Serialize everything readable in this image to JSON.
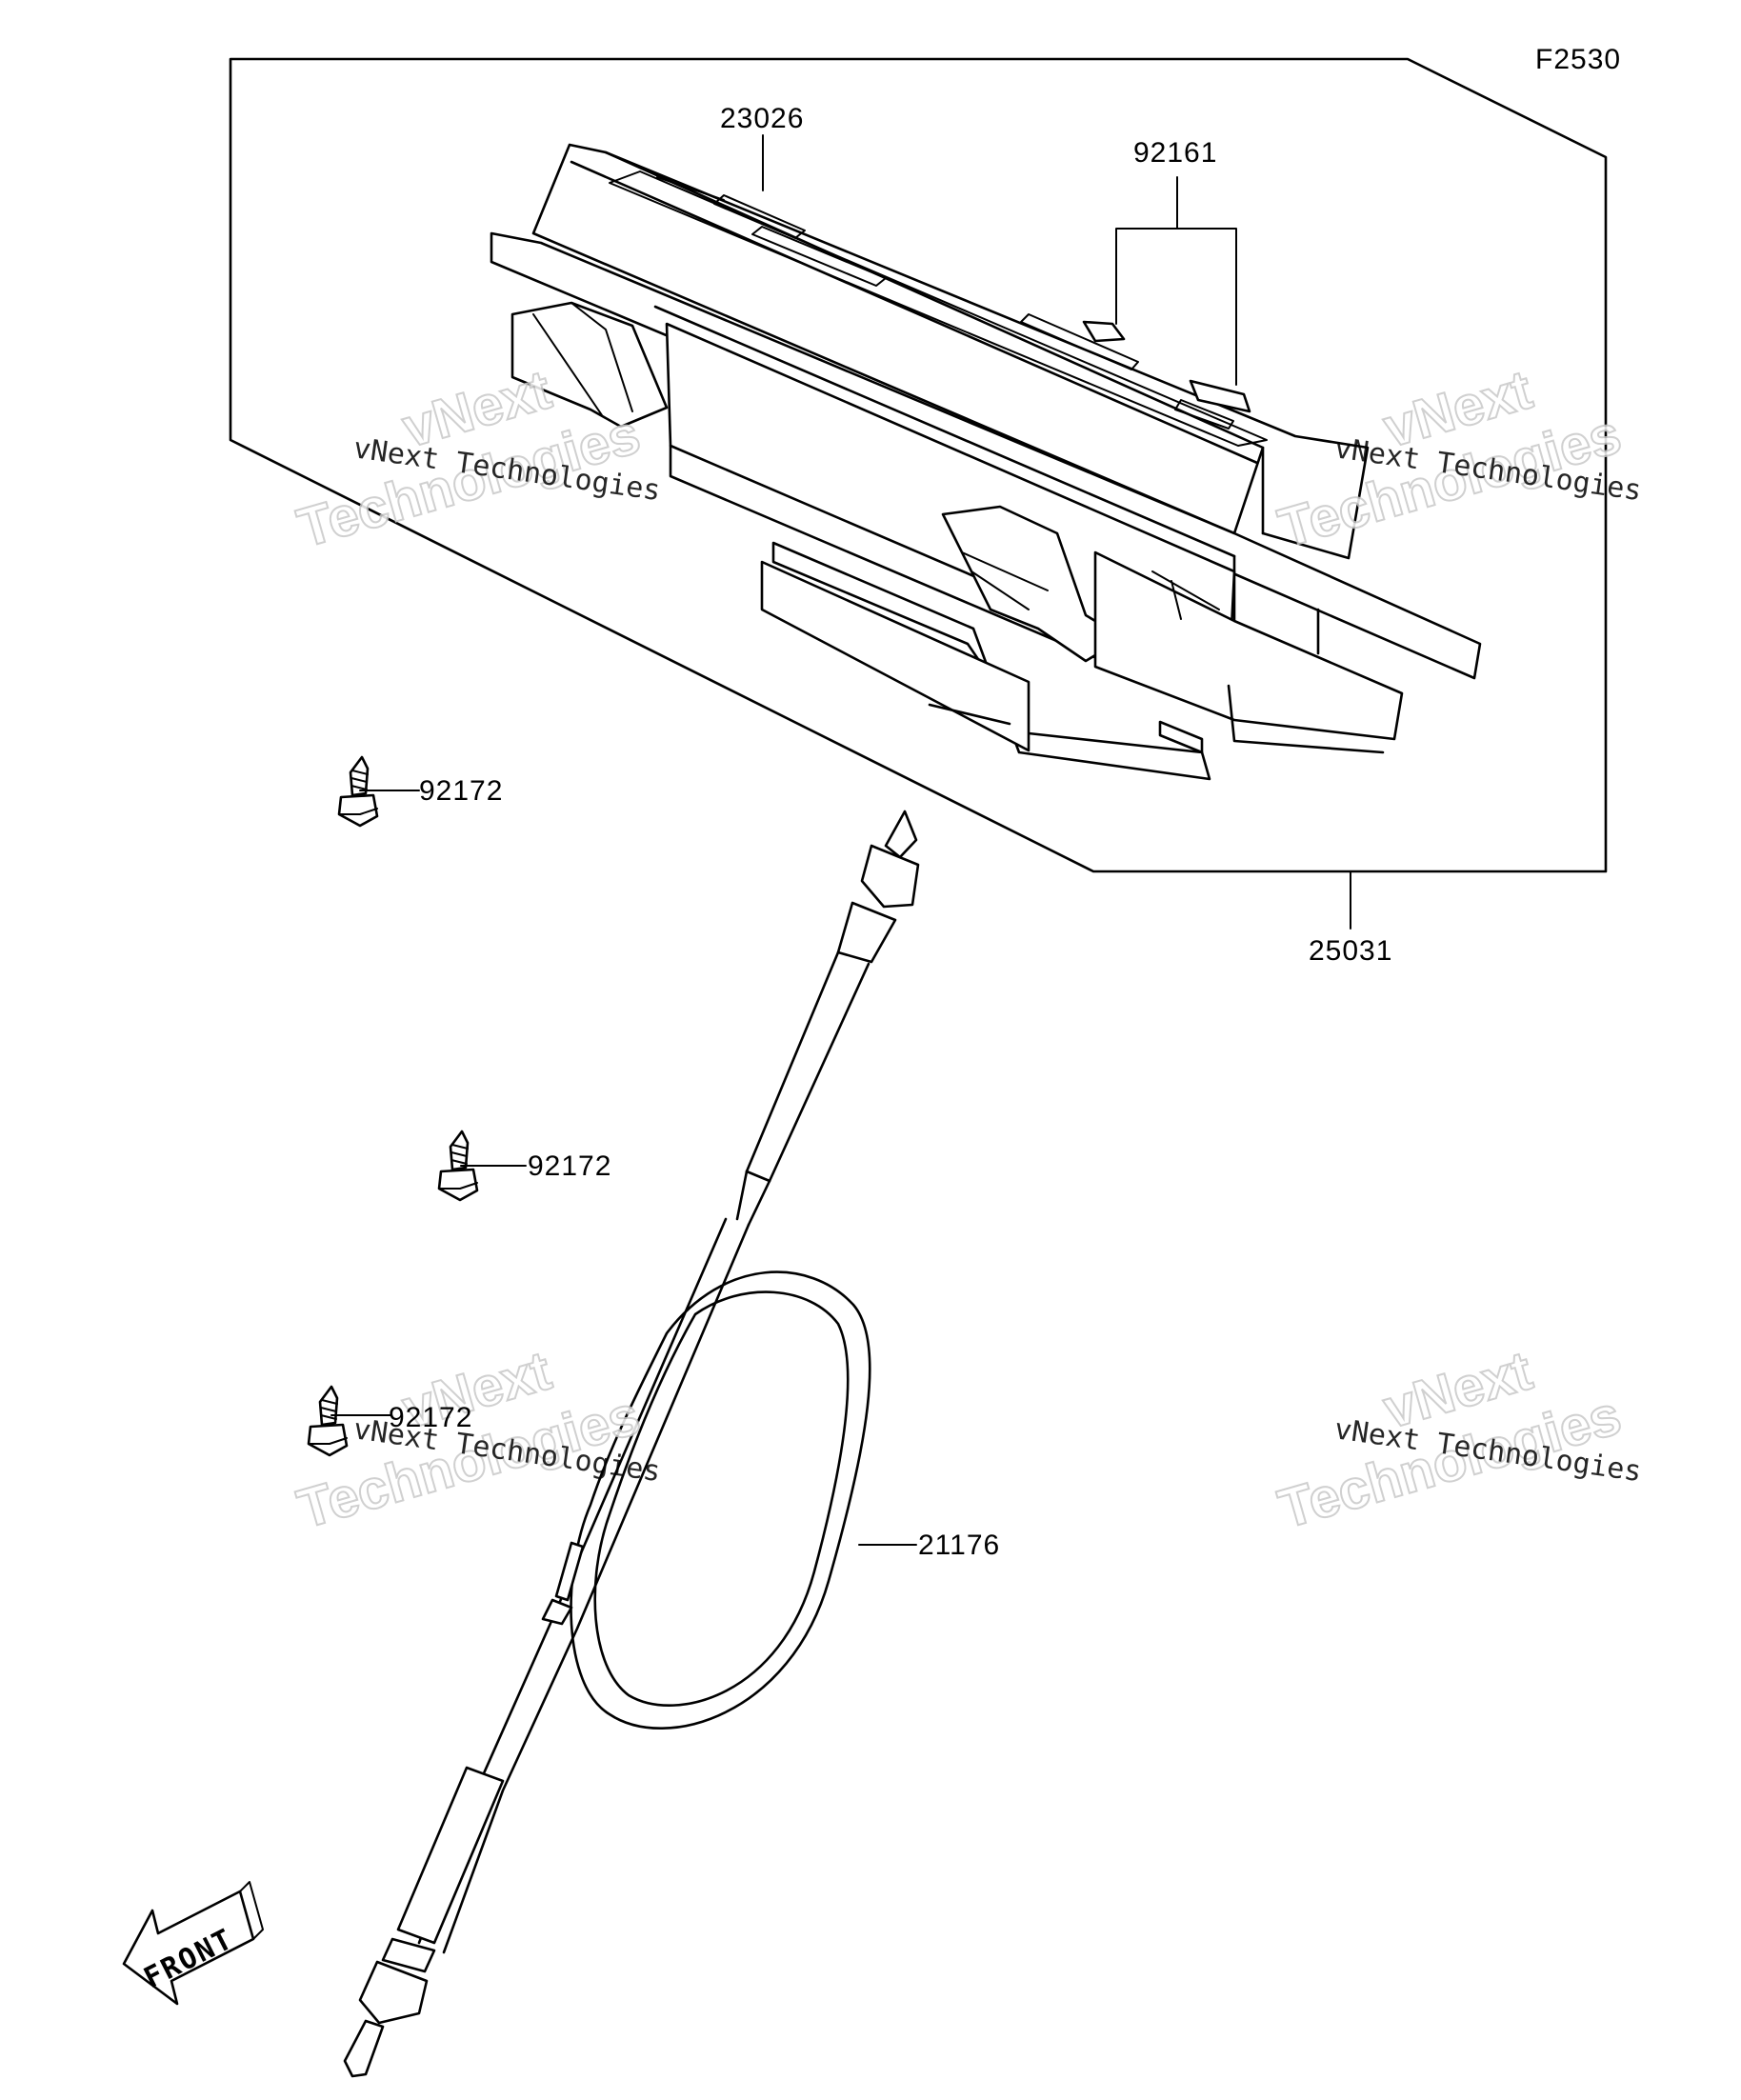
{
  "figure_code": "F2530",
  "parts": [
    {
      "id": "p23026",
      "number": "23026"
    },
    {
      "id": "p92161",
      "number": "92161"
    },
    {
      "id": "p25031",
      "number": "25031"
    },
    {
      "id": "p92172a",
      "number": "92172"
    },
    {
      "id": "p92172b",
      "number": "92172"
    },
    {
      "id": "p92172c",
      "number": "92172"
    },
    {
      "id": "p21176",
      "number": "21176"
    }
  ],
  "watermark": {
    "brand_big": "vNext",
    "brand_big2": "Technologies",
    "brand_small": "vNext Technologies"
  },
  "front_arrow_label": "FRONT"
}
